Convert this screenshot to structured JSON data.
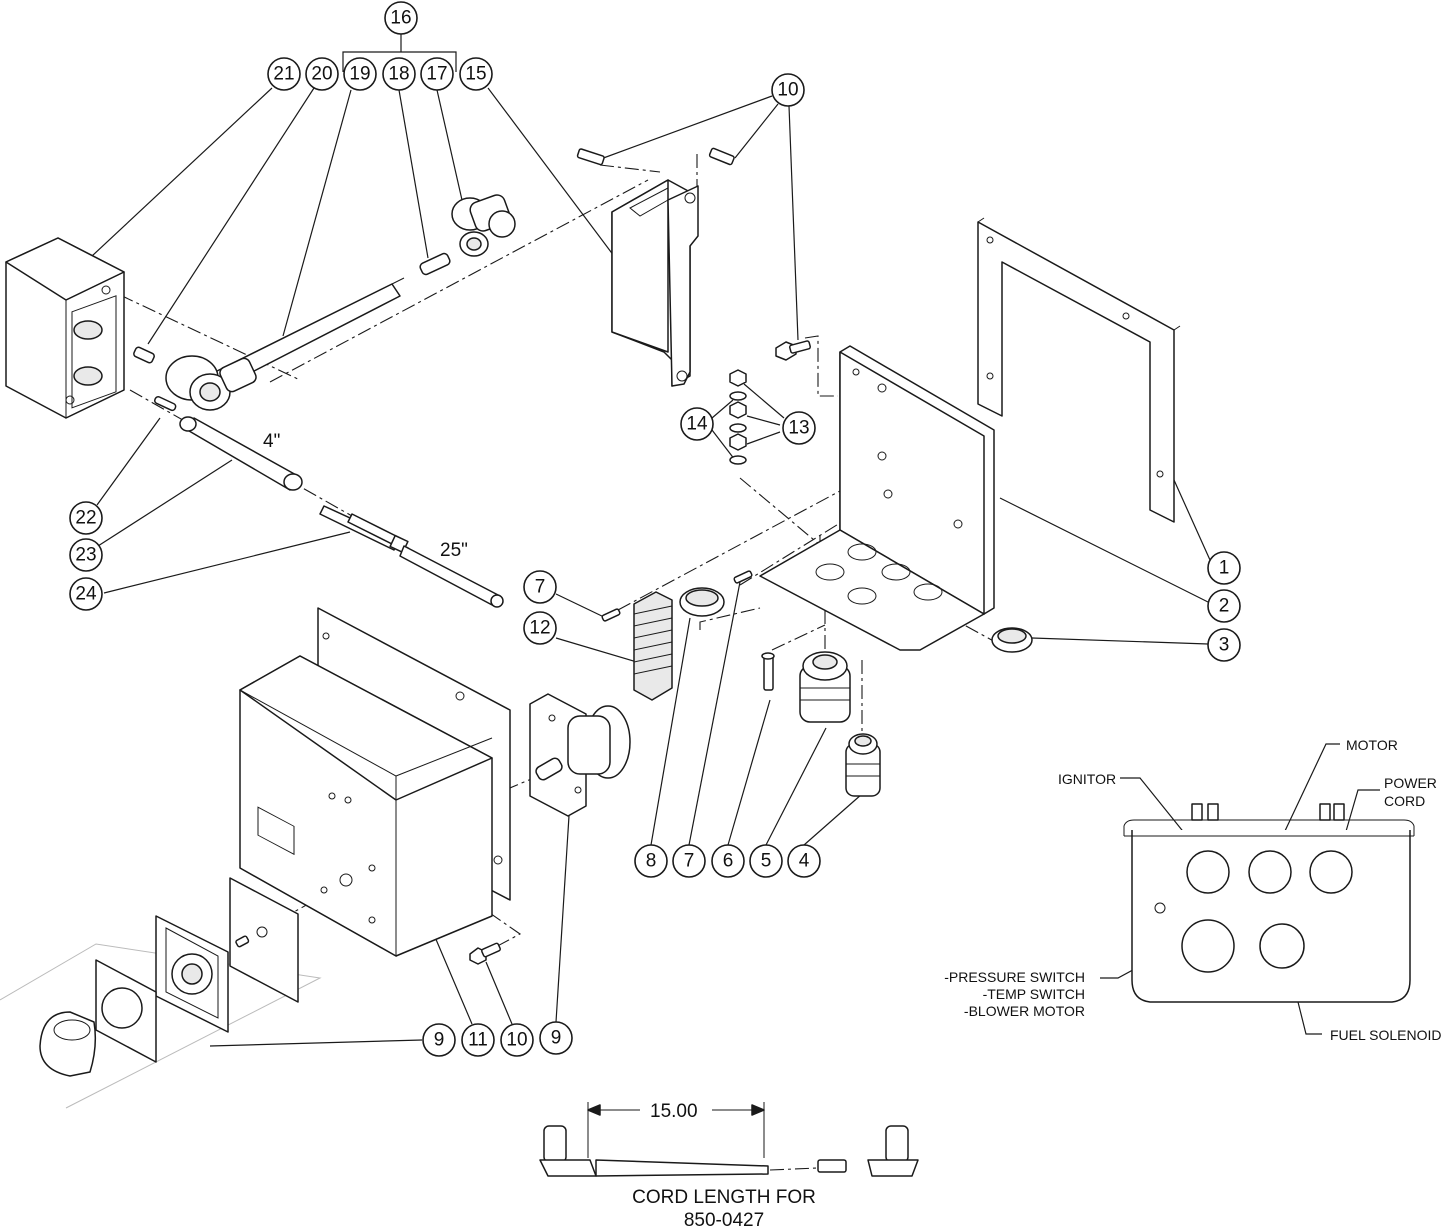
{
  "callouts": {
    "c16": "16",
    "c21": "21",
    "c20": "20",
    "c19": "19",
    "c18": "18",
    "c17": "17",
    "c15": "15",
    "c10a": "10",
    "c14": "14",
    "c13": "13",
    "c1": "1",
    "c2": "2",
    "c3": "3",
    "c22": "22",
    "c23": "23",
    "c24": "24",
    "c7a": "7",
    "c12": "12",
    "c8": "8",
    "c7b": "7",
    "c6": "6",
    "c5": "5",
    "c4": "4",
    "c9a": "9",
    "c11": "11",
    "c10b": "10",
    "c9b": "9"
  },
  "dimensions": {
    "tube_length": "4\"",
    "rod_length": "25\"",
    "cord_length": "15.00"
  },
  "hole_labels": {
    "ignitor": "IGNITOR",
    "motor": "MOTOR",
    "power_line1": "POWER",
    "power_line2": "CORD",
    "pressure_switch": "-PRESSURE SWITCH",
    "temp_switch": "-TEMP SWITCH",
    "blower_motor": "-BLOWER MOTOR",
    "fuel_solenoid": "FUEL SOLENOID"
  },
  "caption": {
    "line1": "CORD LENGTH FOR",
    "line2": "850-0427"
  }
}
